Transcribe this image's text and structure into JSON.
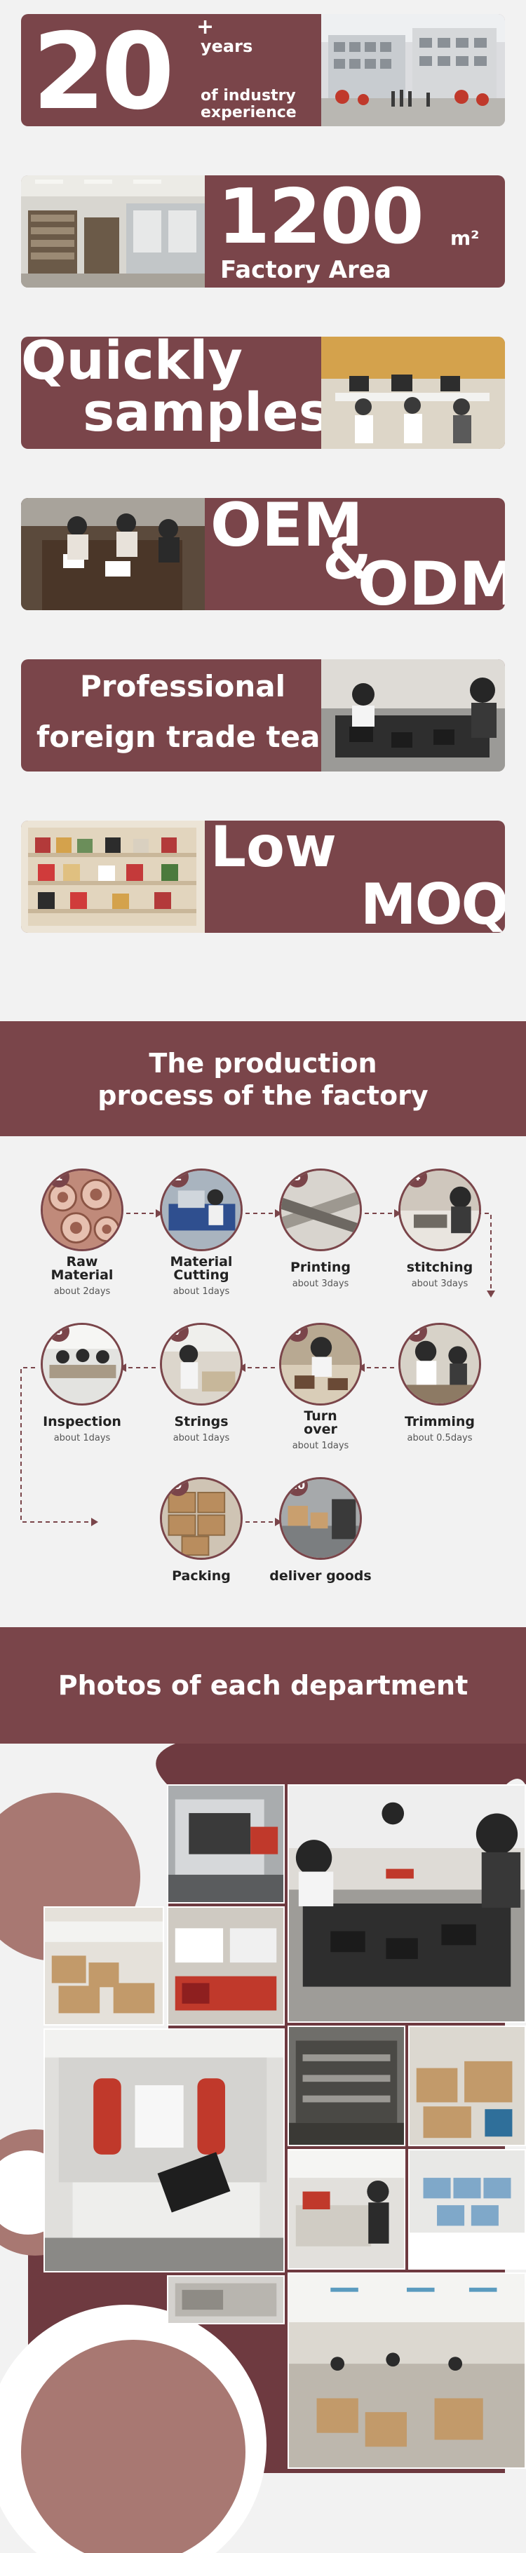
{
  "hero_cards": {
    "years": {
      "number": "20",
      "plus": "+",
      "unit": "years",
      "line1": "of industry",
      "line2": "experience"
    },
    "area": {
      "number": "1200",
      "unit": "m²",
      "label": "Factory Area"
    },
    "samples": {
      "line1": "Quickly",
      "line2": "samples"
    },
    "oem": {
      "line1": "OEM",
      "amp": "&",
      "line2": "ODM"
    },
    "trade": {
      "line1": "Professional",
      "line2": "foreign trade team"
    },
    "moq": {
      "line1": "Low",
      "line2": "MOQ"
    }
  },
  "process": {
    "title_line1": "The production",
    "title_line2": "process of the factory",
    "steps": [
      {
        "num": "1",
        "name": "Raw\nMaterial",
        "duration": "about 2days"
      },
      {
        "num": "2",
        "name": "Material\nCutting",
        "duration": "about 1days"
      },
      {
        "num": "3",
        "name": "Printing",
        "duration": "about 3days"
      },
      {
        "num": "4",
        "name": "stitching",
        "duration": "about 3days"
      },
      {
        "num": "5",
        "name": "Trimming",
        "duration": "about 0.5days"
      },
      {
        "num": "6",
        "name": "Turn\nover",
        "duration": "about 1days"
      },
      {
        "num": "7",
        "name": "Strings",
        "duration": "about 1days"
      },
      {
        "num": "8",
        "name": "Inspection",
        "duration": "about 1days"
      },
      {
        "num": "9",
        "name": "Packing",
        "duration": ""
      },
      {
        "num": "10",
        "name": "deliver goods",
        "duration": ""
      }
    ]
  },
  "departments": {
    "title": "Photos of each department"
  },
  "colors": {
    "accent": "#7a454a",
    "background": "#f2f2f2",
    "circle_decor": "#a87872"
  }
}
